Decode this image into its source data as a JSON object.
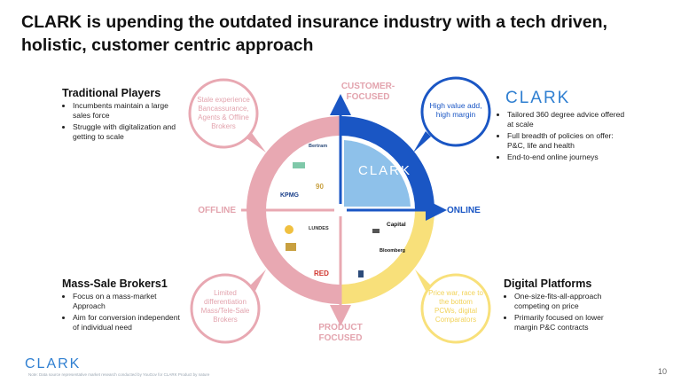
{
  "title": "CLARK is upending the outdated insurance industry with a tech driven, holistic, customer centric approach",
  "quadrants": {
    "traditional": {
      "heading": "Traditional Players",
      "bullets": [
        "Incumbents maintain a large sales force",
        "Struggle with digitalization and getting to scale"
      ]
    },
    "clark": {
      "logo": "CLARK",
      "bullets": [
        "Tailored 360 degree advice offered at scale",
        "Full breadth of policies on offer: P&C, life and health",
        "End-to-end online journeys"
      ]
    },
    "mass_sale": {
      "heading": "Mass-Sale Brokers1",
      "bullets": [
        "Focus on a mass-market Approach",
        "Aim for conversion independent of individual need"
      ]
    },
    "digital": {
      "heading": "Digital Platforms",
      "bullets": [
        "One-size-fits-all-approach competing on price",
        "Primarily focused on lower margin P&C contracts"
      ]
    }
  },
  "bubbles": {
    "top_left": "Stale experience Bancassurance, Agents & Offline Brokers",
    "top_right": "High value add, high margin",
    "bottom_left": "Limited differentiation Mass/Tele-Sale Brokers",
    "bottom_right": "Price war, race to the bottom PCWs, digital Comparators"
  },
  "axis": {
    "top": "CUSTOMER-FOCUSED",
    "bottom": "PRODUCT FOCUSED",
    "left": "OFFLINE",
    "right": "ONLINE"
  },
  "center_logo": "CLARK",
  "partner_logos": {
    "tl_1": "Bertram",
    "tl_2": "90",
    "tl_3": "KPMG",
    "bl_1": "LUNDES",
    "bl_2": "RED",
    "br_1": "Capital",
    "br_2": "Bloomberg"
  },
  "footer_logo": "CLARK",
  "footnote": "Note: Data source representative market research conducted by YouGov for CLARK Product by nature",
  "page_number": "10",
  "colors": {
    "blue": "#1a56c4",
    "pink": "#e8a8b2",
    "yellow": "#f8e07a",
    "light_blue": "#8ec1ea",
    "brand": "#2f7fd1"
  }
}
